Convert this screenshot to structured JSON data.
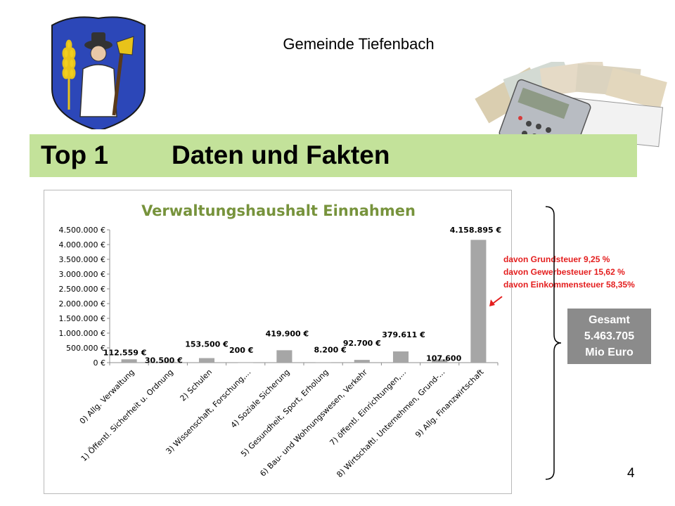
{
  "header": {
    "municipality": "Gemeinde Tiefenbach"
  },
  "title": {
    "top_label": "Top 1",
    "heading": "Daten und Fakten"
  },
  "chart_data": {
    "type": "bar",
    "title": "Verwaltungshaushalt Einnahmen",
    "categories": [
      "0) Allg. Verwaltung",
      "1) Öffentl. Sicherheit u. Ordnung",
      "2) Schulen",
      "3) Wissenschaft, Forschung,...",
      "4) Soziale Sicherung",
      "5) Gesundheit, Sport, Erholung",
      "6) Bau- und Wohnungswesen, Verkehr",
      "7) öffentl. Einrichtungen,...",
      "8) Wirtschaftl. Unternehmen, Grund-...",
      "9) Allg. Finanzwirtschaft"
    ],
    "values": [
      112559,
      30500,
      153500,
      200,
      419900,
      8200,
      92700,
      379611,
      107600,
      4158895
    ],
    "data_labels": [
      "112.559 €",
      "30.500 €",
      "153.500 €",
      "200 €",
      "419.900 €",
      "8.200 €",
      "92.700 €",
      "379.611 €",
      "107.600",
      "4.158.895 €"
    ],
    "ylim": [
      0,
      4500000
    ],
    "y_ticks": [
      0,
      500000,
      1000000,
      1500000,
      2000000,
      2500000,
      3000000,
      3500000,
      4000000,
      4500000
    ],
    "y_tick_labels": [
      "0 €",
      "500.000 €",
      "1.000.000 €",
      "1.500.000 €",
      "2.000.000 €",
      "2.500.000 €",
      "3.000.000 €",
      "3.500.000 €",
      "4.000.000 €",
      "4.500.000 €"
    ],
    "grid": false,
    "bar_color": "#a6a6a6",
    "title_color": "#77933c"
  },
  "annotation": {
    "lines": [
      "davon Grundsteuer 9,25  %",
      "davon Gewerbesteuer  15,62 %",
      "davon Einkommensteuer 58,35%"
    ],
    "color": "#e41e1e"
  },
  "total": {
    "line1": "Gesamt",
    "line2": "5.463.705",
    "line3": "Mio  Euro"
  },
  "page_number": "4",
  "colors": {
    "title_bar": "#c3e29a",
    "total_box": "#8b8b8b"
  }
}
